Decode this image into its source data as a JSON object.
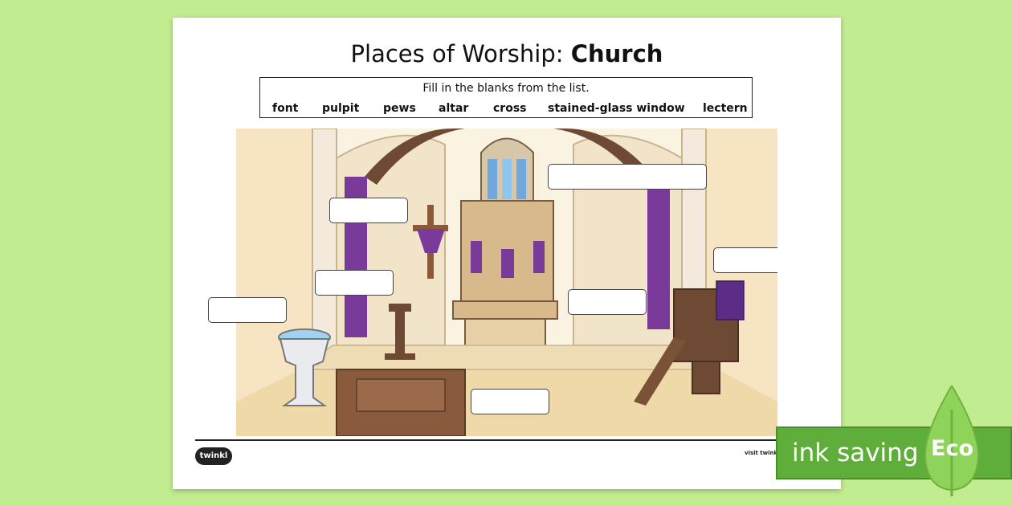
{
  "worksheet": {
    "title_prefix": "Places of Worship: ",
    "title_bold": "Church",
    "instructions": "Fill in the blanks from the list.",
    "word_bank": [
      "font",
      "pulpit",
      "pews",
      "altar",
      "cross",
      "stained-glass window",
      "lectern"
    ]
  },
  "footer": {
    "logo": "twinkl",
    "visit_text": "visit twinkl"
  },
  "badge": {
    "text": "ink saving",
    "eco": "Eco"
  },
  "colors": {
    "background": "#c2ec90",
    "badge_green": "#5fae3b",
    "drop_green": "#8fd45a",
    "purple_cloth": "#7a3a9a"
  }
}
